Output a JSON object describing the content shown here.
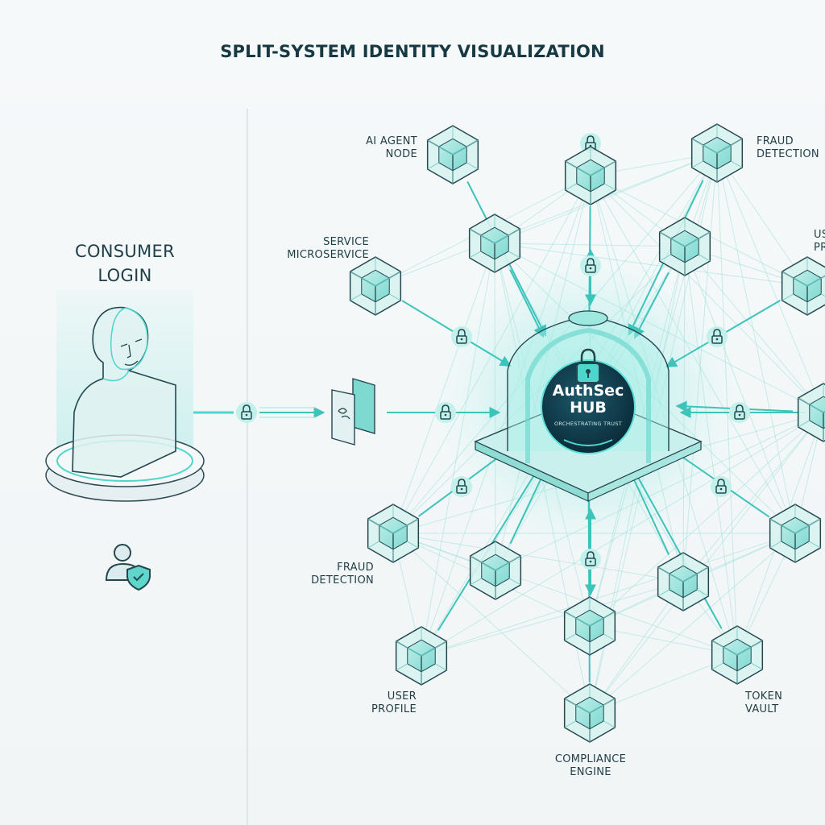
{
  "title": "SPLIT-SYSTEM IDENTITY VISUALIZATION",
  "consumer": {
    "title_line1": "CONSUMER",
    "title_line2": "LOGIN",
    "badge_icon": "user-shield-icon"
  },
  "hub": {
    "title_line1": "AuthSec",
    "title_line2": "HUB",
    "subtitle": "ORCHESTRATING TRUST",
    "icon": "padlock-icon"
  },
  "gateway": {
    "icon": "gateway-panel-icon"
  },
  "nodes": [
    {
      "id": "ai-agent-node",
      "line1": "AI AGENT",
      "line2": "NODE"
    },
    {
      "id": "fraud-detection-top",
      "line1": "FRAUD",
      "line2": "DETECTION"
    },
    {
      "id": "service-microservice",
      "line1": "SERVICE",
      "line2": "MICROSERVICE"
    },
    {
      "id": "user-profile-right",
      "line1": "US",
      "line2": "PR"
    },
    {
      "id": "fraud-detection-left",
      "line1": "FRAUD",
      "line2": "DETECTION"
    },
    {
      "id": "user-profile-bottom",
      "line1": "USER",
      "line2": "PROFILE"
    },
    {
      "id": "compliance-engine",
      "line1": "COMPLIANCE",
      "line2": "ENGINE"
    },
    {
      "id": "token-vault",
      "line1": "TOKEN",
      "line2": "VAULT"
    }
  ],
  "colors": {
    "accent": "#3cc9c0",
    "accent_dark": "#1e8f8a",
    "outline": "#24474f",
    "hub_core": "#0f3a4a",
    "text": "#173a44"
  }
}
